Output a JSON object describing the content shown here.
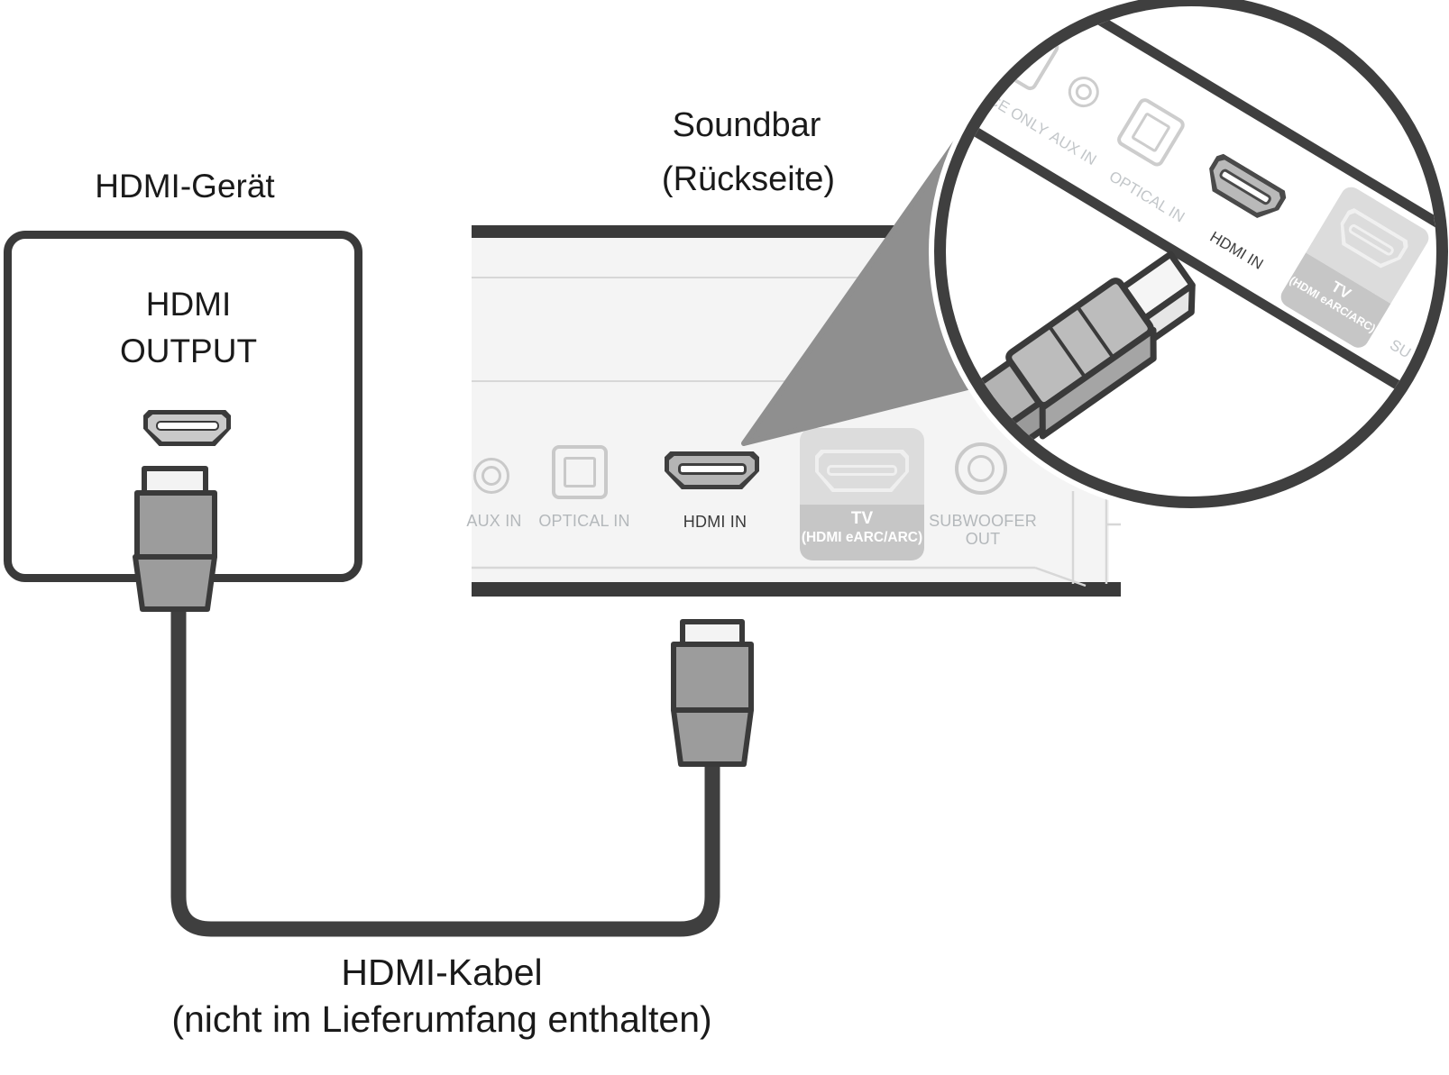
{
  "device": {
    "title": "HDMI-Gerät",
    "port": {
      "line1": "HDMI",
      "line2": "OUTPUT"
    }
  },
  "soundbar": {
    "title": {
      "line1": "Soundbar",
      "line2": "(Rückseite)"
    },
    "ports": {
      "aux": {
        "label": "AUX IN"
      },
      "optical": {
        "label": "OPTICAL IN"
      },
      "hdmi_in": {
        "label": "HDMI IN"
      },
      "tv": {
        "label": "TV",
        "sublabel": "(HDMI eARC/ARC)"
      },
      "subwoofer": {
        "line1": "SUBWOOFER",
        "line2": "OUT"
      }
    }
  },
  "magnifier": {
    "labels": {
      "service_partial": "VICE ONLY",
      "aux": "AUX IN",
      "optical": "OPTICAL IN",
      "hdmi_in": "HDMI IN",
      "tv": "TV",
      "tv_sub": "(HDMI eARC/ARC)",
      "subwoofer_partial": "SU"
    }
  },
  "cable": {
    "line1": "HDMI-Kabel",
    "line2": "(nicht im Lieferumfang enthalten)"
  },
  "colors": {
    "outline": "#3a3a3a",
    "panel_bg": "#f4f4f4",
    "light_line": "#d7d7d7",
    "port_outline": "#c9c9c9",
    "muted_label": "#b4b8bb",
    "dark_text": "#1a1a1a",
    "tv_badge": "#c6c6c6",
    "tv_badge_top": "#dcdcdc",
    "port_fill": "#b5b5b5",
    "plug_body": "#9c9c9c",
    "plug_tip": "#f3f3f3",
    "wedge": "#8f8f8f"
  }
}
